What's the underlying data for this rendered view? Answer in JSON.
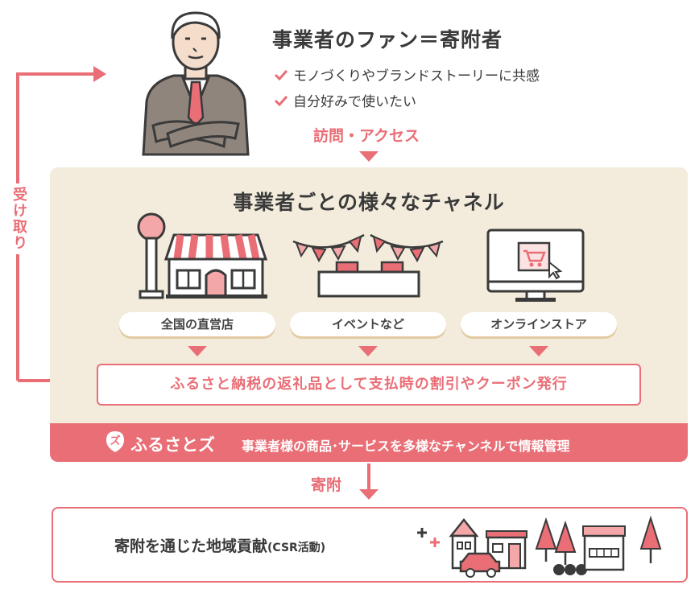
{
  "header": {
    "title": "事業者のファン＝寄附者",
    "checks": [
      "モノづくりやブランドストーリーに共感",
      "自分好みで使いたい"
    ]
  },
  "access_label": "訪問・アクセス",
  "receive_label": "受け取り",
  "channels": {
    "title": "事業者ごとの様々なチャネル",
    "items": [
      {
        "label": "全国の直営店"
      },
      {
        "label": "イベントなど"
      },
      {
        "label": "オンラインストア"
      }
    ]
  },
  "return_gift_text": "ふるさと納税の返礼品として支払時の割引やクーポン発行",
  "band": {
    "logo_text": "ふるさとズ",
    "text": "事業者様の商品･サービスを多様なチャンネルで情報管理"
  },
  "donation_label": "寄附",
  "csr": {
    "text": "寄附を通じた地域貢献",
    "sub": "(CSR活動)"
  },
  "colors": {
    "accent": "#e96e76",
    "panel": "#f3ecdc",
    "text": "#3a3a3a"
  }
}
